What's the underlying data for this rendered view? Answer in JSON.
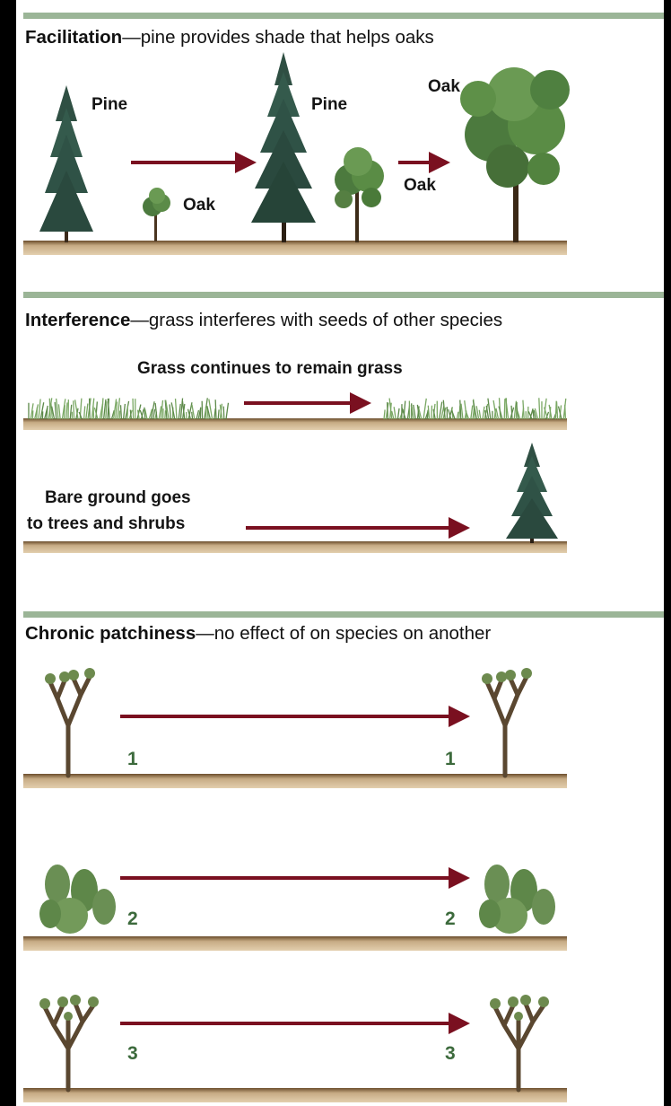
{
  "facilitation": {
    "heading_bold": "Facilitation",
    "heading_rest": "—pine provides shade that helps oaks",
    "labels": {
      "pine_1": "Pine",
      "oak_1": "Oak",
      "pine_2": "Pine",
      "oak_2": "Oak",
      "oak_3": "Oak"
    }
  },
  "interference": {
    "heading_bold": "Interference",
    "heading_rest": "—grass interferes with seeds of other species",
    "grass_label": "Grass continues to remain grass",
    "bare_label_line1": "Bare ground goes",
    "bare_label_line2": "to trees and shrubs"
  },
  "chronic": {
    "heading_bold": "Chronic patchiness",
    "heading_rest": "—no effect of on species on another",
    "rows": [
      {
        "number": "1"
      },
      {
        "number": "2"
      },
      {
        "number": "3"
      }
    ]
  },
  "colors": {
    "arrow": "#7a1020",
    "ground": "#c7ab84",
    "ground_edge": "#6b4d2c",
    "divider": "#9bb597",
    "number": "#3c6a3c"
  },
  "icons": [
    "pine-tree",
    "oak-sapling",
    "oak-tree",
    "grass",
    "joshua-tree",
    "prickly-pear-cactus"
  ]
}
